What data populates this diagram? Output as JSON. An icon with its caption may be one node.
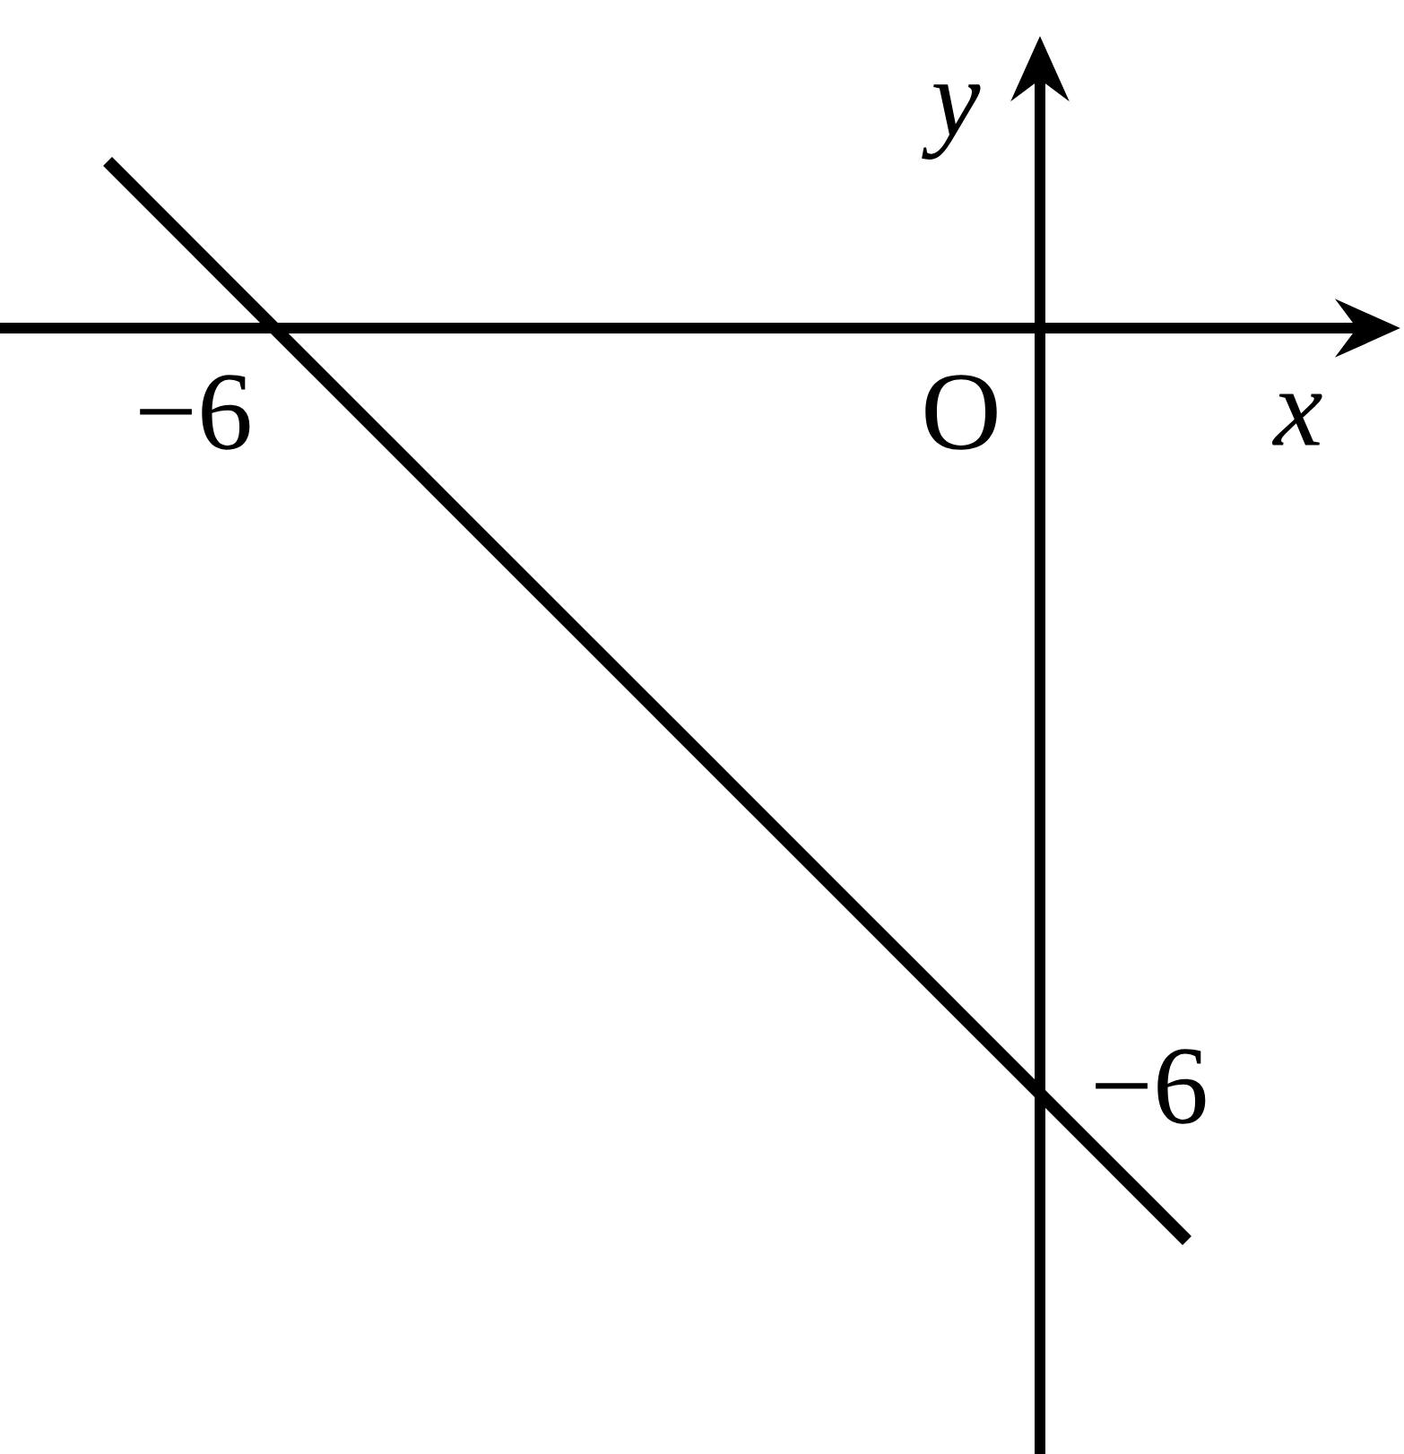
{
  "diagram": {
    "labels": [
      "y",
      "−6",
      "O",
      "x",
      "−6"
    ]
  }
}
